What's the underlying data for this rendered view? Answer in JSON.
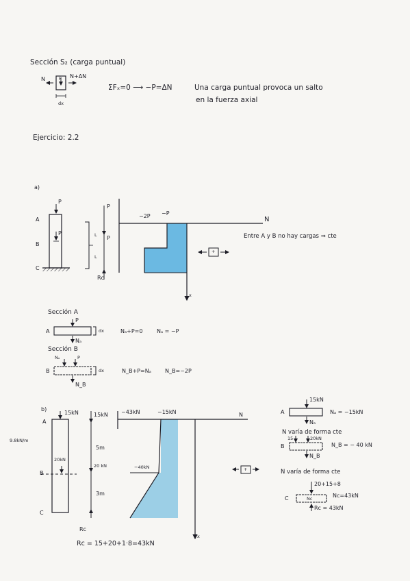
{
  "sec_s2": {
    "heading": "Sección S₂ (carga puntual)",
    "n_left": "N",
    "p_label": "P",
    "n_right": "N+ΔN",
    "dx": "dx",
    "equation": "ΣFₓ=0 ⟶ −P=ΔN",
    "note_line1": "Una carga puntual provoca un salto",
    "note_line2": "en la fuerza axial"
  },
  "exercise_title": "Ejercicio: 2.2",
  "part_a": {
    "label": "a)",
    "point_a": "A",
    "point_b": "B",
    "point_c": "C",
    "load_top": "P",
    "load_mid": "P",
    "fbd_top": "P",
    "fbd_mid": "P",
    "len_1": "L",
    "len_2": "L",
    "reaction": "Rc",
    "diagram_top_left": "−2P",
    "diagram_top_right": "−P",
    "axis_n": "N",
    "axis_x": "x",
    "note": "Entre A y B no hay cargas ⇒ cte",
    "sign_symbol": "+",
    "sec_a_heading": "Sección A",
    "sec_a_point": "A",
    "sec_a_p": "P",
    "sec_a_n": "Nₐ",
    "sec_a_dx": "dx",
    "sec_a_eq1": "Nₐ+P=0",
    "sec_a_eq2": "Nₐ = −P",
    "sec_b_heading": "Sección B",
    "sec_b_top_na": "Nₐ",
    "sec_b_top_p": "P",
    "sec_b_point": "B",
    "sec_b_n": "N_B",
    "sec_b_dx": "dx",
    "sec_b_eq1": "N_B+P=Nₐ",
    "sec_b_eq2": "N_B=−2P"
  },
  "part_b": {
    "label": "b)",
    "point_a": "A",
    "point_b": "B",
    "point_c": "C",
    "load_top": "15kN",
    "load_mid": "20kN",
    "fbd_top": "15kN",
    "fbd_mid": "20 kN",
    "dim_1": "5m",
    "dim_2": "3m",
    "reaction": "Rc",
    "side_note": "9.8kN/m",
    "reaction_eq": "Rc = 15+20+1·8=43kN",
    "diagram_top_left": "−43kN",
    "diagram_top_right": "−15kN",
    "diagram_mid": "−40kN",
    "axis_n": "N",
    "axis_x": "x",
    "sign_symbol": "+",
    "r_a_load": "15kN",
    "r_a_point": "A",
    "r_a_n": "Nₐ",
    "r_a_eq": "Nₐ = −15kN",
    "r_note1": "N varía de forma cte",
    "r_b_load1": "15",
    "r_b_load2": "20kN",
    "r_b_point": "B",
    "r_b_n": "N_B",
    "r_b_eq": "N_B = − 40 kN",
    "r_note2": "N varía de forma cte",
    "r_c_load": "20+15+8",
    "r_c_point": "C",
    "r_c_nc": "Nc",
    "r_c_eq": "Nc=43kN",
    "r_c_reaction": "Rc = 43kN"
  }
}
